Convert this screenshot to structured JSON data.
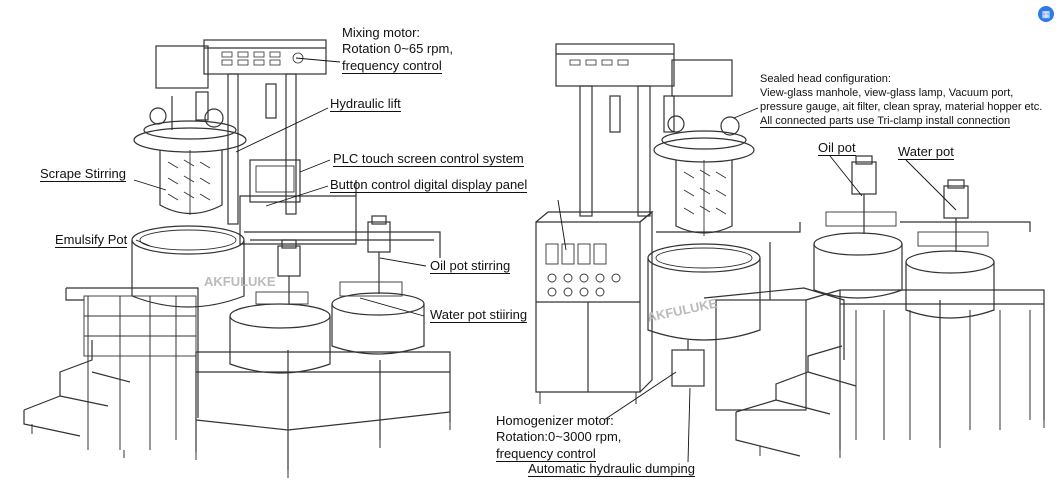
{
  "labels": {
    "mixing_motor": [
      "Mixing motor:",
      "Rotation 0~65 rpm,",
      "frequency control"
    ],
    "hydraulic_lift": "Hydraulic lift",
    "scrape_stirring": "Scrape Stirring",
    "plc": "PLC touch screen control system",
    "button_panel": "Button control digital display panel",
    "emulsify_pot": "Emulsify Pot",
    "oil_pot_stirring": "Oil pot stirring",
    "water_pot_stirring": "Water pot stiiring",
    "sealed_head": [
      "Sealed head configuration:",
      "View-glass manhole, view-glass lamp, Vacuum port,",
      "pressure gauge, ait filter, clean spray, material hopper etc.",
      "All connected parts use Tri-clamp install connection"
    ],
    "oil_pot": "Oil pot",
    "water_pot": "Water pot",
    "homogenizer_motor": [
      "Homogenizer motor:",
      "Rotation:0~3000 rpm,",
      "frequency control"
    ],
    "auto_dumping": "Automatic hydraulic dumping"
  },
  "watermark": "AKFULUKE",
  "icons": {
    "corner": "save-icon"
  }
}
